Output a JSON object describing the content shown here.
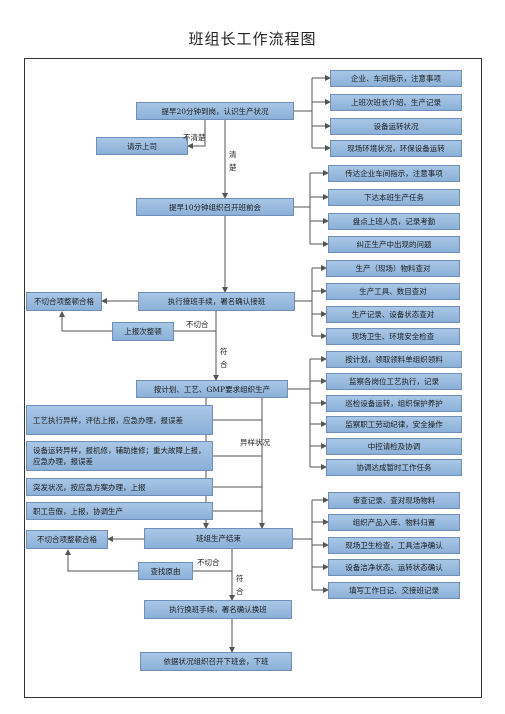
{
  "title": "班组长工作流程图",
  "main_flow": {
    "step1": "提早20分钟到岗，认识生产状况",
    "report": "请示上司",
    "step2": "提早10分钟组织召开班前会",
    "step3": "执行接班手续，署名确认接班",
    "nonconforming1": "不切合项整顿合格",
    "report_rectify": "上报次整顿",
    "step4": "按计划、工艺、GMP要求组织生产",
    "step5": "班组生产结束",
    "nonconforming2": "不切合项整顿合格",
    "find_cause": "查找原由",
    "step6": "执行换班手续，署名确认换班",
    "step7": "依据状况组织召开下班会，下班"
  },
  "labels": {
    "unclear": "不清楚",
    "clear": "清楚",
    "not_ok_1": "不切合",
    "ok_1": "符合",
    "abnormal": "异样状况",
    "not_ok_2": "不切合",
    "ok_2": "符合"
  },
  "right_groups": [
    [
      "企业、车间指示，注意事项",
      "上班次班长介绍、生产记录",
      "设备运转状况",
      "现场环境状况，环保设备运转"
    ],
    [
      "传达企业车间指示，注意事项",
      "下达本班生产任务",
      "盘点上班人员，记录考勤",
      "纠正生产中出现的问题"
    ],
    [
      "生产（现场）物料查对",
      "生产工具、数目查对",
      "生产记录、设备状态查对",
      "现场卫生、环境安全检查"
    ],
    [
      "按计划，领取领料单组织领料",
      "监察各岗位工艺执行，记录",
      "巡检设备运转，组织保护养护",
      "监察职工劳动纪律，安全操作",
      "中控请检及协调",
      "协调达成暂时工作任务"
    ],
    [
      "审查记录、查对现场物料",
      "组织产品入库、物料归置",
      "现场卫生检查，工具洁净确认",
      "设备洁净状态、运转状态确认",
      "填写工作日记、交接班记录"
    ]
  ],
  "abnormal_cases": [
    "工艺执行异样，评估上报，应急办理，报误差",
    "设备运转异样，报机修，辅助维修；重大故障上报，应急办理，报误差",
    "突发状况，按应急方案办理，上报",
    "职工告假，上报，协调生产"
  ]
}
